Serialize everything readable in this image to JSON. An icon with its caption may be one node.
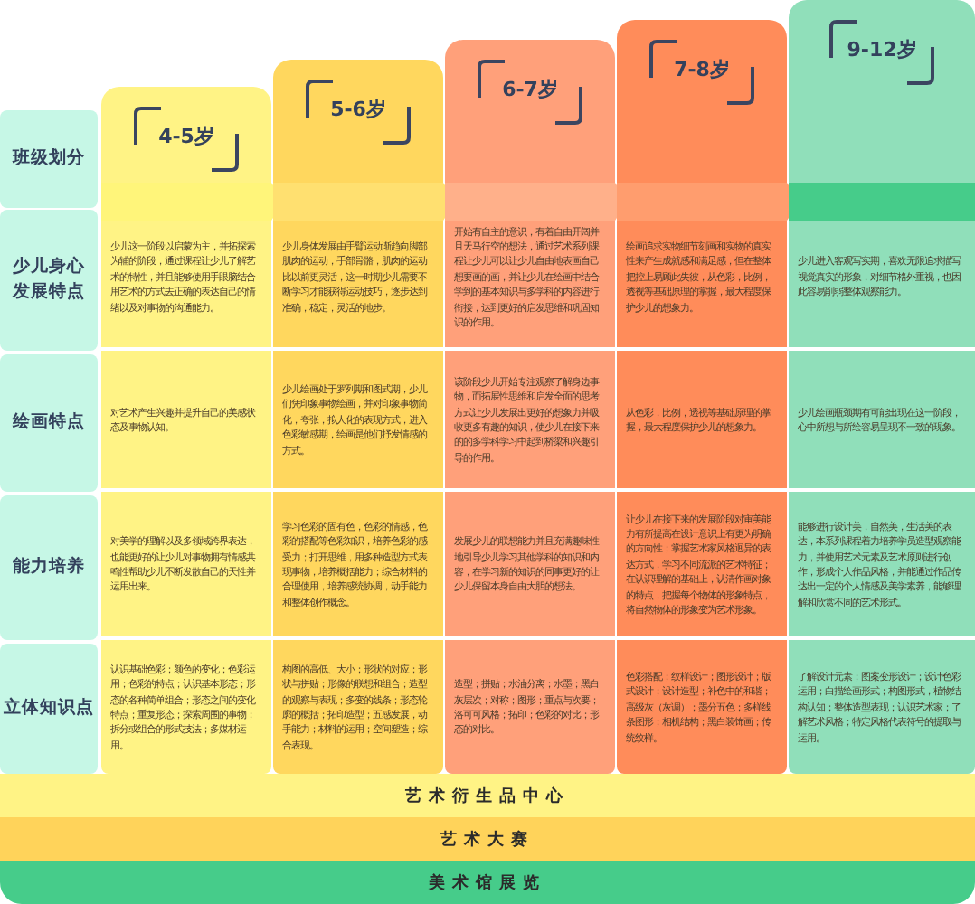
{
  "diagram": {
    "nodes": [
      {
        "text": [
          "班级划分"
        ]
      },
      {
        "text": [
          "4-5岁"
        ]
      },
      {
        "text": [
          "5-6岁"
        ]
      },
      {
        "text": [
          "6-7岁"
        ]
      },
      {
        "text": [
          "7-8岁"
        ]
      },
      {
        "text": [
          "9-12岁"
        ]
      },
      {
        "text": [
          "少儿身心发展特点"
        ]
      },
      {
        "text": [
          "少儿这一阶段以启蒙为主，并拓探索为辅的阶段，通过课程让少儿了解艺术的特性，并且能够使用手眼脑结合用艺术的方式去正确的表达自己的情绪以及对事物的沟通能力。"
        ],
        "in": 1
      },
      {
        "text": [
          "少儿身体发展由手臂运动渐趋向脚部肌肉的运动，手部骨骼，肌肉的运动比以前更灵活，这一时期少儿需要不断学习才能获得运动技巧，逐步达到准确，稳定，灵活的地步。"
        ],
        "in": 2
      },
      {
        "text": [
          "开始有自主的意识，有着自由开阔并且天马行空的想法，通过艺术系列课程让少儿可以让少儿自由地表画自己想要画的画，并让少儿在绘画中结合学到的基本知识与多学科的内容进行衔接，达到更好的启发思维和巩固知识的作用。"
        ],
        "in": 3
      },
      {
        "text": [
          "绘画追求实物细节刻画和实物的真实性来产生成就感和满足感，但在整体把控上易顾此失彼，从色彩，比例，透视等基础原理的掌握，最大程度保护少儿的想象力。"
        ],
        "in": 4
      },
      {
        "text": [
          "少儿进入客观写实期，喜欢无限追求描写视觉真实的形象，对细节格外重视，也因此容易削弱整体观察能力。"
        ],
        "in": 5
      },
      {
        "text": [
          "绘画特点"
        ]
      },
      {
        "text": [
          "对艺术产生兴趣并提升自己的美感状态及事物认知。"
        ],
        "in": 1
      },
      {
        "text": [
          "少儿绘画处于罗列期和图式期，少儿们凭印象事物绘画，并对印象事物简化，夸张，拟人化的表现方式，进入色彩敏感期，绘画是他们抒发情感的方式。"
        ],
        "in": 2
      },
      {
        "text": [
          "该阶段少儿开始专注观察了解身边事物，而拓展性思维和启发全面的思考方式让少儿发展出更好的想象力并吸收更多有趣的知识，使少儿在接下来的的多学科学习中起到桥梁和兴趣引导的作用。"
        ],
        "in": 3
      },
      {
        "text": [
          "从色彩，比例，透视等基础原理的掌握，最大程度保护少儿的想象力。"
        ],
        "in": 4
      },
      {
        "text": [
          "少儿绘画瓶颈期有可能出现在这一阶段，心中所想与所绘容易呈现不一致的现象。"
        ],
        "in": 5
      },
      {
        "text": [
          "能力培养"
        ]
      },
      {
        "text": [
          "对美学的理解以及多领域跨界表达，也能更好的让少儿对事物拥有情感共鸣性帮助少儿不断发散自己的天性并运用出来。"
        ],
        "in": 1
      },
      {
        "text": [
          "学习色彩的固有色，色彩的情感，色彩的搭配等色彩知识，培养色彩的感受力；打开思维，用多种造型方式表现事物，培养概括能力；综合材料的合理使用，培养感统协调，动手能力和整体创作概念。"
        ],
        "in": 2
      },
      {
        "text": [
          "发展少儿的联想能力并且充满趣味性地引导少儿学习其他学科的知识和内容，在学习新的知识的同事更好的让少儿保留本身自由大胆的想法。"
        ],
        "in": 3
      },
      {
        "text": [
          "让少儿在接下来的发展阶段对审美能力有所提高在设计意识上有更为明确的方向性；掌握艺术家风格迥异的表达方式，学习不同流派的艺术特征；在认识理解的基础上，认清作画对象的特点，把握每个物体的形象特点，将自然物体的形象变为艺术形象。"
        ],
        "in": 4
      },
      {
        "text": [
          "能够进行设计美，自然美，生活美的表达，本系列课程着力培养学员造型观察能力，并使用艺术元素及艺术原则进行创作，形成个人作品风格，并能通过作品传达出一定的个人情感及美学素养，能够理解和欣赏不同的艺术形式。"
        ],
        "in": 5
      },
      {
        "text": [
          "立体知识点"
        ]
      },
      {
        "text": [
          "认识基础色彩；颜色的变化；色彩运用；色彩的特点；认识基本形态；形态的各种简单组合；形态之间的变化特点；重复形态；探索周围的事物；拆分或组合的形式技法；多媒材运用。"
        ],
        "in": 1
      },
      {
        "text": [
          "构图的高低、大小；形状的对应；形状与拼贴；形像的联想和组合；造型的观察与表现；多变的线条；形态轮廓的概括；拓印造型；五感发展，动手能力；材料的运用；空间塑造；综合表现。"
        ],
        "in": 2
      },
      {
        "text": [
          "造型；拼贴；水油分离；水墨；黑白灰层次；对称；图形；重点与次要；洛可可风格；拓印；色彩的对比；形态的对比。"
        ],
        "in": 3
      },
      {
        "text": [
          "色彩搭配；纹样设计；图形设计；版式设计；设计造型；补色中的和谐；高级灰（灰调）；墨分五色；多样线条图形；相机结构；黑白装饰画；传统纹样。"
        ],
        "in": 4
      },
      {
        "text": [
          "了解设计元素；图案变形设计；设计色彩运用；白描绘画形式；构图形式，植物结构认知；整体造型表现；认识艺术家；了解艺术风格；特定风格代表符号的提取与运用。"
        ],
        "in": 5
      },
      {
        "text": [
          "艺术衍生品中心"
        ]
      },
      {
        "text": [
          "艺术大赛"
        ]
      },
      {
        "text": [
          "美术馆展览"
        ]
      }
    ],
    "edges": []
  }
}
